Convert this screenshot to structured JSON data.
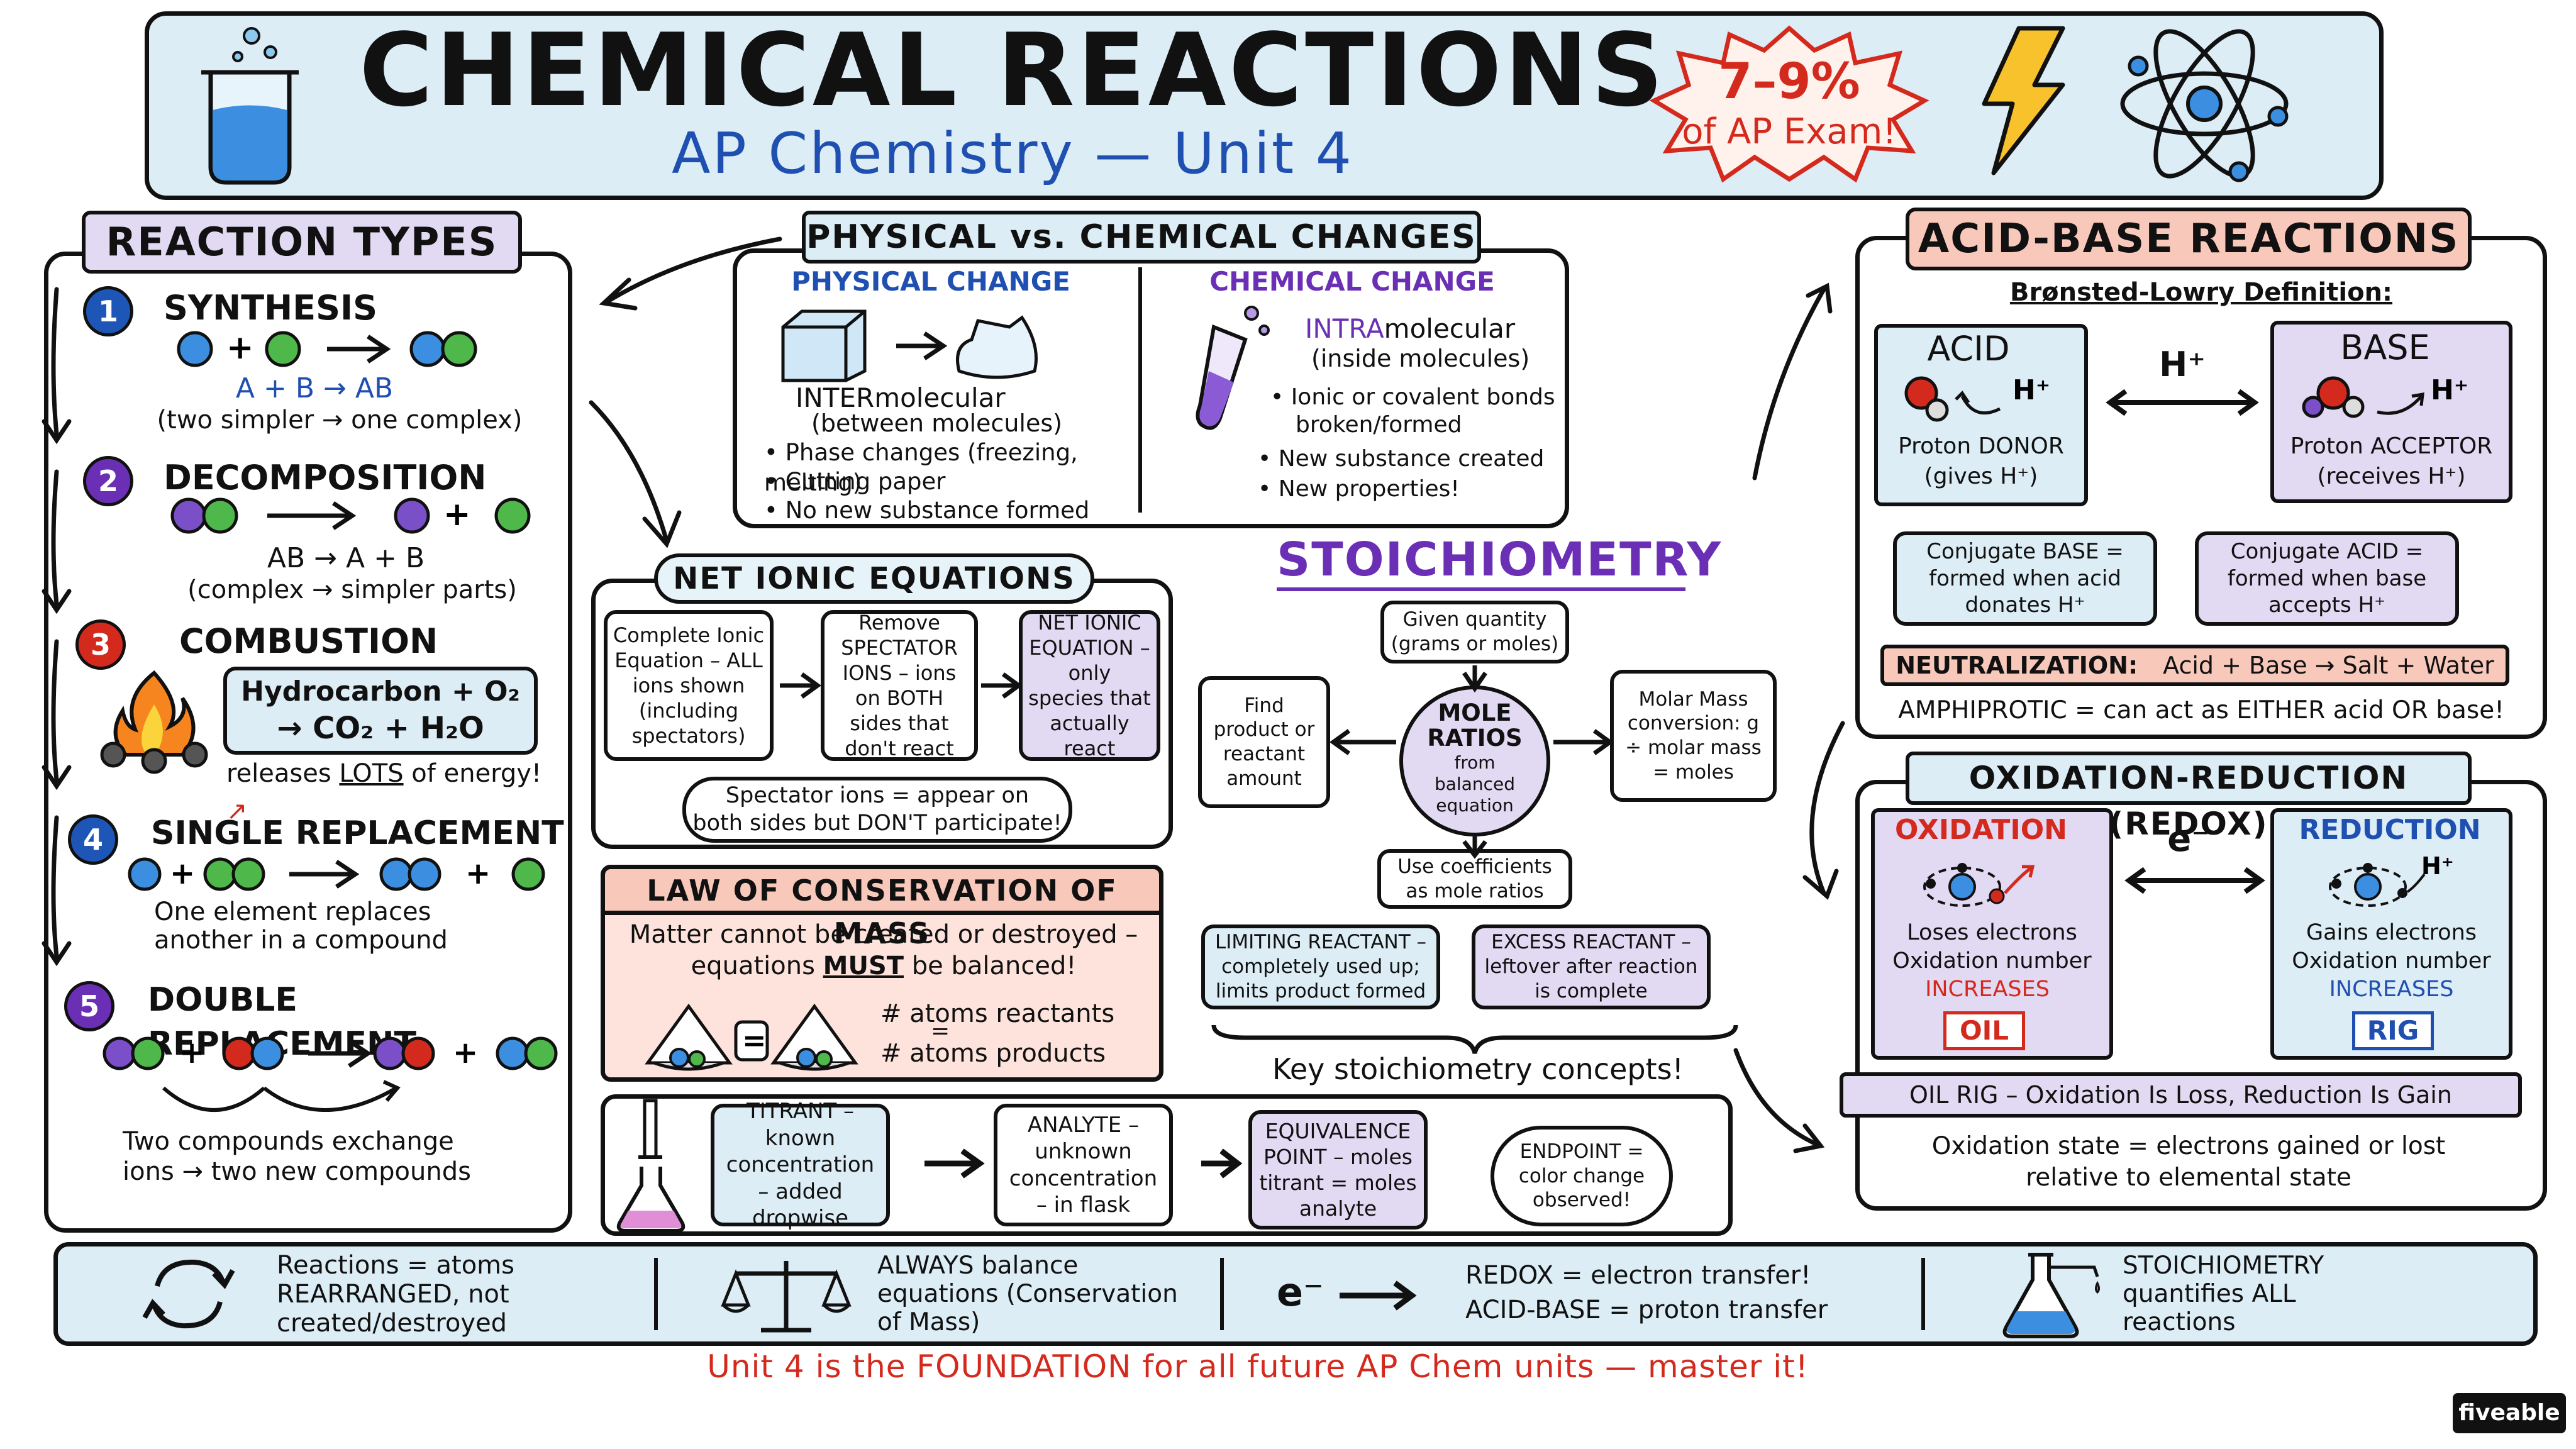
{
  "title": "CHEMICAL REACTIONS",
  "subtitle": "AP Chemistry — Unit 4",
  "exam_badge": {
    "line1": "7–9%",
    "line2": "of AP Exam!"
  },
  "reaction_types": {
    "header": "REACTION TYPES",
    "items": [
      {
        "num": "1",
        "name": "SYNTHESIS",
        "equation": "A + B → AB",
        "note": "(two simpler → one complex)"
      },
      {
        "num": "2",
        "name": "DECOMPOSITION",
        "equation": "AB → A + B",
        "note": "(complex → simpler parts)"
      },
      {
        "num": "3",
        "name": "COMBUSTION",
        "eq_line1": "Hydrocarbon + O₂",
        "eq_line2": "→ CO₂ + H₂O",
        "note_pre": "releases ",
        "note_em": "LOTS",
        "note_post": " of energy!"
      },
      {
        "num": "4",
        "name": "SINGLE REPLACEMENT",
        "note_line1": "One element replaces",
        "note_line2": "another in a compound"
      },
      {
        "num": "5",
        "name": "DOUBLE REPLACEMENT",
        "note_line1": "Two compounds exchange",
        "note_line2": "ions → two new compounds"
      }
    ]
  },
  "physical_chemical": {
    "header": "PHYSICAL vs. CHEMICAL CHANGES",
    "physical": {
      "label": "PHYSICAL CHANGE",
      "inter_em": "INTER",
      "inter_rest": "molecular",
      "inter_note": "(between molecules)",
      "bullets": [
        "Phase changes (freezing, melting)",
        "Cutting paper",
        "No new substance formed"
      ]
    },
    "chemical": {
      "label": "CHEMICAL CHANGE",
      "intra_em": "INTRA",
      "intra_rest": "molecular",
      "intra_note": "(inside molecules)",
      "bullet1_line1": "Ionic or covalent bonds",
      "bullet1_line2": "broken/formed",
      "bullet2": "New substance created",
      "bullet3": "New properties!"
    }
  },
  "net_ionic": {
    "header": "NET IONIC EQUATIONS",
    "step1": "Complete Ionic Equation – ALL ions shown (including spectators)",
    "step2": "Remove SPECTATOR IONS – ions on BOTH sides that don't react",
    "step3": "NET IONIC EQUATION – only species that actually react",
    "spectator_line1": "Spectator ions = appear on",
    "spectator_line2": "both sides but DON'T participate!"
  },
  "conservation": {
    "header": "LAW OF CONSERVATION OF MASS",
    "line1": "Matter cannot be created or destroyed –",
    "line2_pre": "equations ",
    "line2_em": "MUST",
    "line2_post": " be balanced!",
    "atoms_reactants": "# atoms reactants",
    "equals": "=",
    "atoms_products": "# atoms products"
  },
  "titration": {
    "titrant": "TITRANT – known concentration – added dropwise",
    "analyte": "ANALYTE – unknown concentration – in flask",
    "equivalence": "EQUIVALENCE POINT – moles titrant = moles analyte",
    "endpoint": "ENDPOINT = color change observed!"
  },
  "stoichiometry": {
    "header": "STOICHIOMETRY",
    "center_line1": "MOLE",
    "center_line2": "RATIOS",
    "center_sub": "from balanced equation",
    "top": "Given quantity (grams or moles)",
    "left": "Find product or reactant amount",
    "right": "Molar Mass conversion: g ÷ molar mass = moles",
    "bottom": "Use coefficients as mole ratios",
    "limiting": "LIMITING REACTANT – completely used up; limits product formed",
    "excess": "EXCESS REACTANT – leftover after reaction is complete",
    "caption": "Key stoichiometry concepts!"
  },
  "acid_base": {
    "header": "ACID-BASE REACTIONS",
    "definition": "Brønsted-Lowry Definition:",
    "acid": {
      "label": "ACID",
      "line1": "Proton DONOR",
      "line2": "(gives H⁺)"
    },
    "base": {
      "label": "BASE",
      "line1": "Proton ACCEPTOR",
      "line2": "(receives H⁺)"
    },
    "h_plus": "H⁺",
    "conj_base": "Conjugate BASE = formed when acid donates H⁺",
    "conj_acid": "Conjugate ACID = formed when base accepts H⁺",
    "neutralization_label": "NEUTRALIZATION:",
    "neutralization_eq": "Acid + Base → Salt + Water",
    "amphiprotic": "AMPHIPROTIC = can act as EITHER acid OR base!"
  },
  "redox": {
    "header": "OXIDATION-REDUCTION (REDOX)",
    "oxidation": {
      "label": "OXIDATION",
      "line1": "Loses electrons",
      "line2": "Oxidation number",
      "line3": "INCREASES",
      "mnemonic": "OIL"
    },
    "reduction": {
      "label": "REDUCTION",
      "line1": "Gains electrons",
      "line2": "Oxidation number",
      "line3": "INCREASES",
      "mnemonic": "RIG"
    },
    "electron": "e⁻",
    "oil_rig": "OIL RIG – Oxidation Is Loss, Reduction Is Gain",
    "state_line1": "Oxidation state = electrons gained or lost",
    "state_line2": "relative to elemental state"
  },
  "summary": {
    "item1": "Reactions = atoms REARRANGED, not created/destroyed",
    "item2": "ALWAYS balance equations (Conservation of Mass)",
    "item3_symbol": "e⁻",
    "item3_line1": "REDOX = electron transfer!",
    "item3_line2": "ACID-BASE = proton transfer",
    "item4": "STOICHIOMETRY quantifies ALL reactions"
  },
  "footer": "Unit 4 is the FOUNDATION for all future AP Chem units — master it!",
  "brand": "fiveable",
  "colors": {
    "title_blue": "#1f4fb0",
    "purple": "#6a2fb5",
    "red": "#d42a1e",
    "light_blue": "#dcedf6",
    "lavender": "#e2d9f3",
    "peach": "#f8c8bb"
  }
}
